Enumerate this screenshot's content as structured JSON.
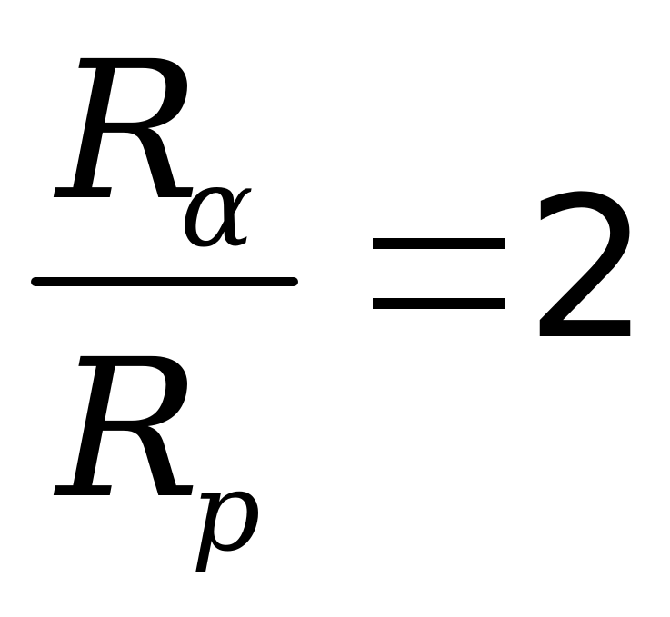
{
  "equation": {
    "numerator": {
      "symbol": "R",
      "subscript": "α"
    },
    "denominator": {
      "symbol": "R",
      "subscript": "p"
    },
    "operator": "=",
    "rhs": "2"
  },
  "colors": {
    "text": "#000000",
    "background": "#ffffff"
  }
}
